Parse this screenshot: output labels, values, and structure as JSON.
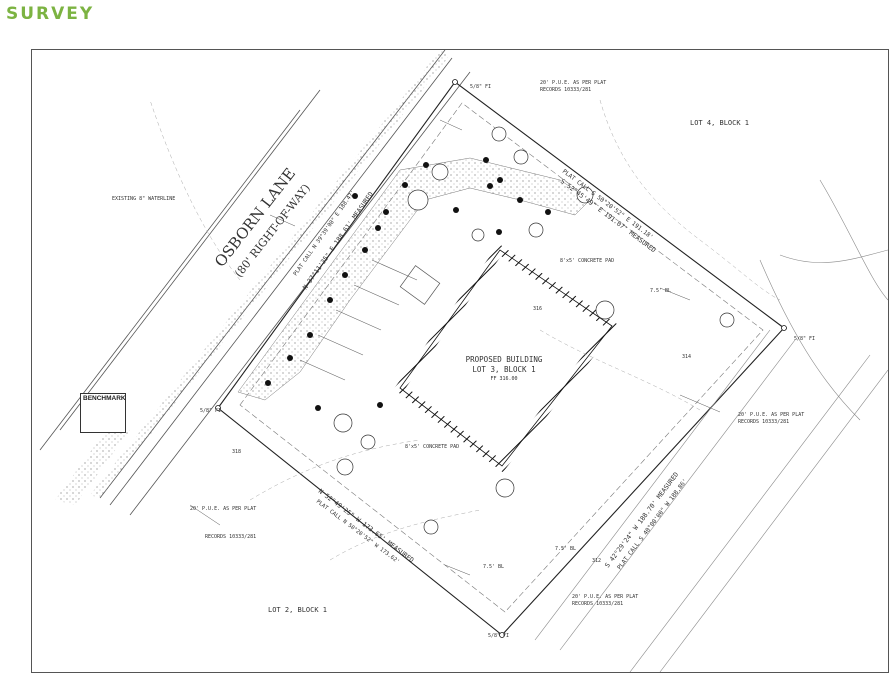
{
  "header": {
    "title": "SURVEY"
  },
  "plan": {
    "street_name": "OSBORN LANE",
    "street_row": "(80' RIGHT-OF-WAY)",
    "building_title": "PROPOSED BUILDING",
    "building_lot": "LOT 3, BLOCK 1",
    "building_ff": "FF 316.00",
    "lot_north": "LOT 4, BLOCK 1",
    "lot_south": "LOT 2, BLOCK 1",
    "benchmark": "BENCHMARK",
    "bearing_ne_plat": "PLAT CALL S 50°20'52\" E 191.18'",
    "bearing_ne_meas": "S 52°45'49\" E 191.07' MEASURED",
    "bearing_se_meas": "S 42°29'24\" W 188.70' MEASURED",
    "bearing_se_plat": "PLAT CALL S 40°00'00\" W 188.86'",
    "bearing_sw_meas": "N 52°49'25\" W 173.65' MEASURED",
    "bearing_sw_plat": "PLAT CALL N 50°20'52\" W 173.62'",
    "bearing_nw_plat": "PLAT CALL N 39°39'08\" E 188.47'",
    "bearing_nw_meas": "N 37°11'35\" E 188.61' MEASURED",
    "pin_label": "5/8\" FI",
    "esmt_label": "20' P.U.E. AS PER PLAT",
    "records_label": "RECORDS 10333/281",
    "sidewalk_label": "8'x5' CONCRETE PAD",
    "bl_label": "7.5' BL",
    "contour_314": "314",
    "contour_316": "316",
    "contour_318": "318",
    "contour_312": "312",
    "ex_label": "EXISTING 8\" WATERLINE"
  }
}
